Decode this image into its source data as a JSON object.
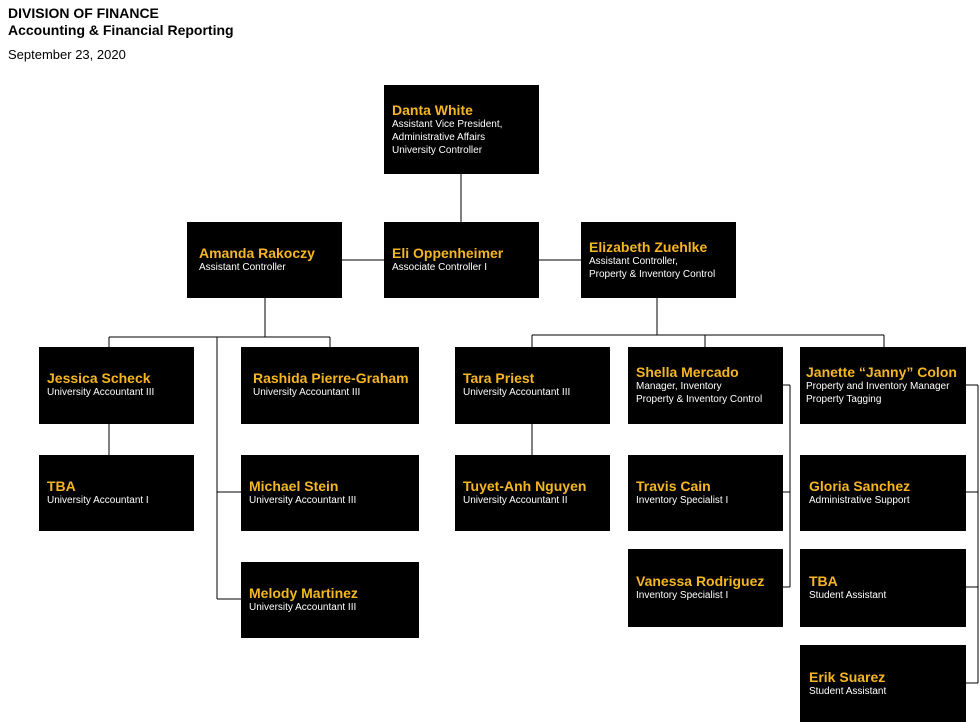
{
  "header": {
    "division": "DIVISION OF FINANCE",
    "department": "Accounting & Financial Reporting",
    "date": "September 23, 2020"
  },
  "colors": {
    "box_background": "#000000",
    "name_text": "#f5b623",
    "title_text": "#ffffff",
    "connector": "#000000"
  },
  "people": {
    "white": {
      "name": "Danta White",
      "title": "Assistant Vice President,\nAdministrative Affairs\nUniversity Controller"
    },
    "rakoczy": {
      "name": "Amanda Rakoczy",
      "title": "Assistant Controller"
    },
    "oppenheimer": {
      "name": "Eli Oppenheimer",
      "title": "Associate Controller I"
    },
    "zuehlke": {
      "name": "Elizabeth Zuehlke",
      "title": "Assistant Controller,\nProperty & Inventory Control"
    },
    "scheck": {
      "name": "Jessica Scheck",
      "title": "University Accountant III"
    },
    "pierre_graham": {
      "name": "Rashida Pierre-Graham",
      "title": "University Accountant III"
    },
    "tba_accountant": {
      "name": "TBA",
      "title": "University Accountant I"
    },
    "stein": {
      "name": "Michael Stein",
      "title": "University Accountant III"
    },
    "martinez": {
      "name": "Melody Martinez",
      "title": "University Accountant III"
    },
    "priest": {
      "name": "Tara Priest",
      "title": "University Accountant III"
    },
    "nguyen": {
      "name": "Tuyet-Anh Nguyen",
      "title": "University Accountant II"
    },
    "mercado": {
      "name": "Shella Mercado",
      "title": "Manager, Inventory\nProperty & Inventory Control"
    },
    "cain": {
      "name": "Travis Cain",
      "title": "Inventory Specialist I"
    },
    "rodriguez": {
      "name": "Vanessa Rodriguez",
      "title": "Inventory Specialist I"
    },
    "colon": {
      "name": "Janette “Janny” Colon",
      "title": "Property and Inventory Manager\nProperty Tagging"
    },
    "sanchez": {
      "name": "Gloria Sanchez",
      "title": "Administrative Support"
    },
    "tba_student": {
      "name": "TBA",
      "title": "Student Assistant"
    },
    "suarez": {
      "name": "Erik Suarez",
      "title": "Student Assistant"
    }
  }
}
